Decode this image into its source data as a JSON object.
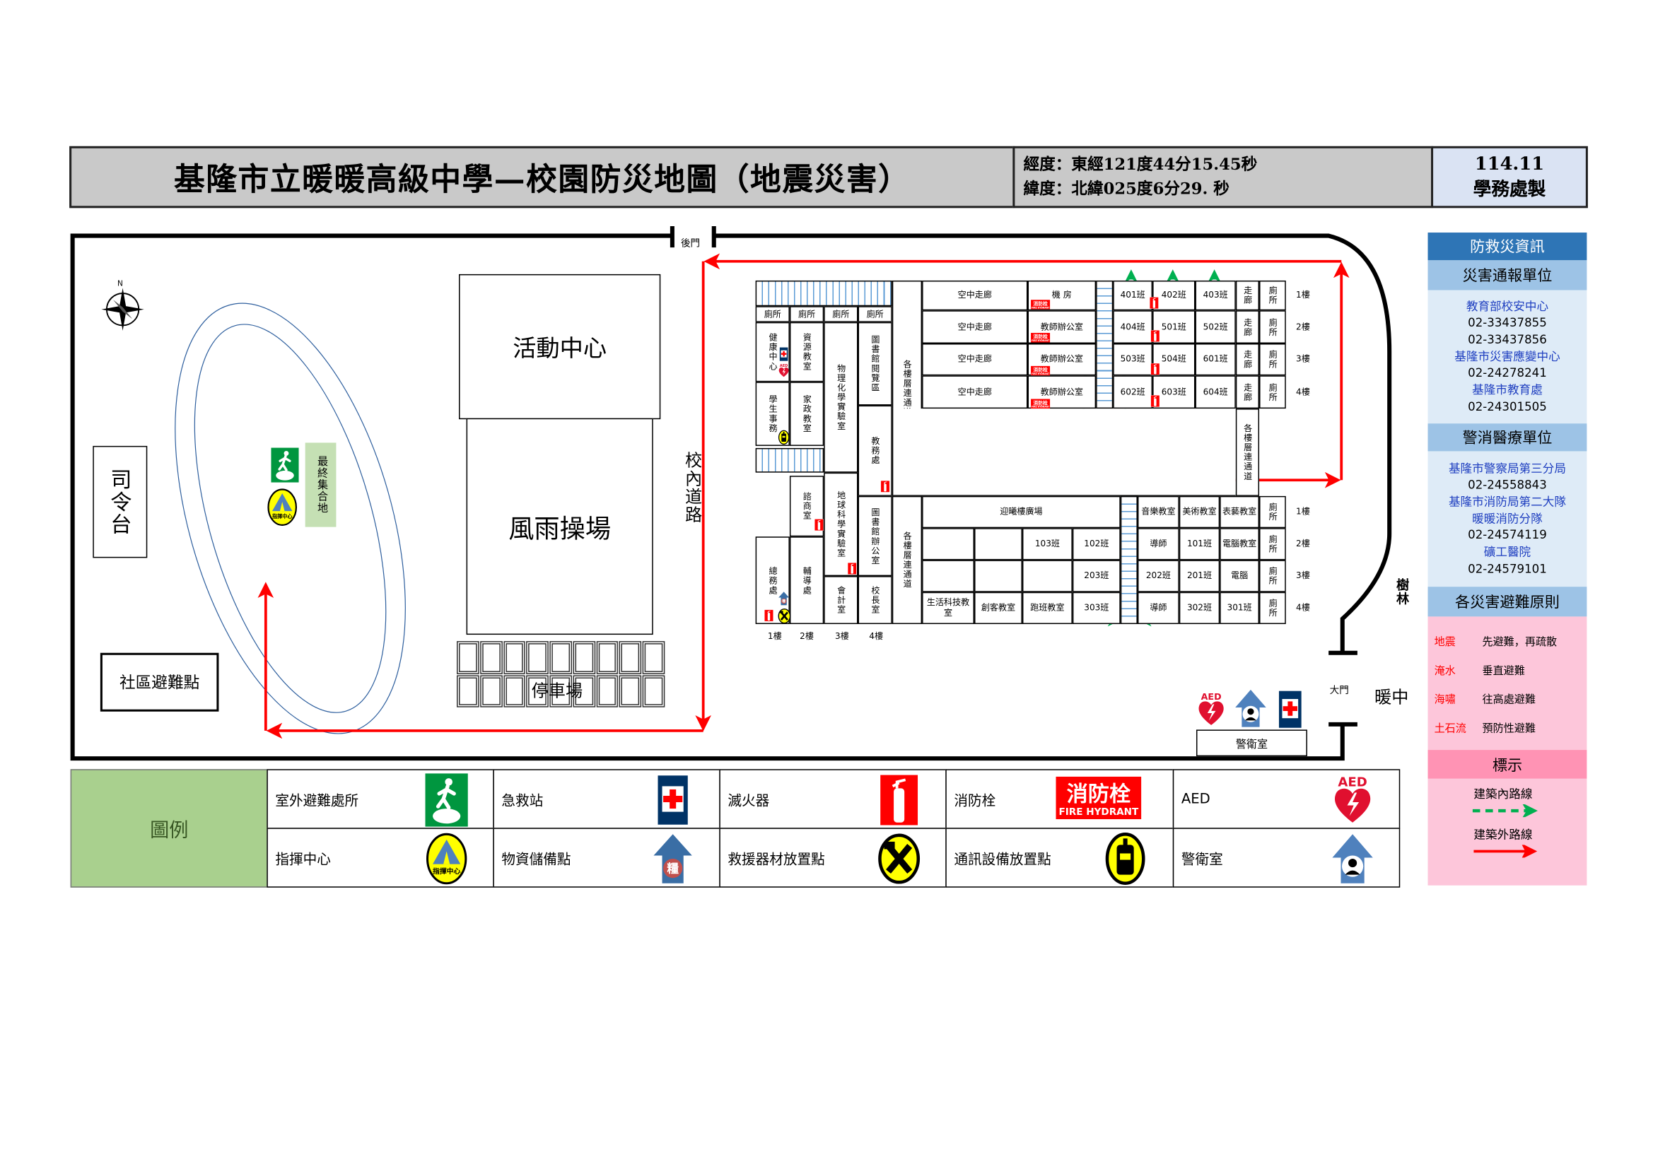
{
  "header": {
    "title": "基隆市立暖暖高級中學—校園防災地圖（地震災害）",
    "longitude": "經度：東經121度44分15.45秒",
    "latitude": "緯度：北緯025度6分29. 秒",
    "date": "114.11",
    "maker": "學務處製"
  },
  "campus": {
    "compass_north": "N",
    "back_gate": "後門",
    "main_gate": "大門",
    "school_short": "暖中",
    "woods": "樹林",
    "podium": "司令台",
    "community_shelter": "社區避難點",
    "final_assembly": "最終集合地",
    "activity_center": "活動中心",
    "rain_playground": "風雨操場",
    "parking": "停車場",
    "campus_road": "校內道路",
    "guard_room": "警衛室"
  },
  "building": {
    "toilet": "廁所",
    "connector": "各樓層連通道",
    "skywalk": "空中走廊",
    "machine_room": "機 房",
    "teacher_office": "教師辦公室",
    "corridor": "走廊",
    "plaza": "迎曦樓廣場",
    "floors": [
      "1樓",
      "2樓",
      "3樓",
      "4樓"
    ],
    "west_wing": {
      "health": "健康中心",
      "resource": "資源教室",
      "physics": "物理化學實驗室",
      "library_reading": "圖書館閱覽區",
      "student_affairs": "學生事務",
      "home_ec": "家政教室",
      "academic": "教務處",
      "counseling": "諮商室",
      "earth_science": "地球科學實驗室",
      "library_office": "圖書館辦公室",
      "general_affairs": "總務處",
      "guidance": "輔導處",
      "accounting": "會計室",
      "principal": "校長室"
    },
    "north_rooms": [
      [
        "401班",
        "402班",
        "403班"
      ],
      [
        "404班",
        "501班",
        "502班"
      ],
      [
        "503班",
        "504班",
        "601班"
      ],
      [
        "602班",
        "603班",
        "604班"
      ]
    ],
    "south_rooms": [
      [
        "",
        "",
        "103班",
        "102班"
      ],
      [
        "",
        "",
        "",
        "203班"
      ],
      [
        "生活科技教室",
        "創客教室",
        "跑班教室",
        "303班"
      ]
    ],
    "east_rooms": [
      [
        "音樂教室",
        "美術教室",
        "表藝教室"
      ],
      [
        "導師",
        "101班",
        "電腦教室"
      ],
      [
        "202班",
        "201班",
        "電腦"
      ],
      [
        "導師",
        "302班",
        "301班"
      ]
    ]
  },
  "legend": {
    "title": "圖例",
    "items": [
      {
        "label": "室外避難處所",
        "icon": "outdoor-shelter-icon"
      },
      {
        "label": "急救站",
        "icon": "first-aid-icon"
      },
      {
        "label": "滅火器",
        "icon": "fire-extinguisher-icon"
      },
      {
        "label": "消防栓",
        "icon": "fire-hydrant-icon"
      },
      {
        "label": "AED",
        "icon": "aed-icon"
      },
      {
        "label": "指揮中心",
        "icon": "command-center-icon"
      },
      {
        "label": "物資儲備點",
        "icon": "supply-storage-icon"
      },
      {
        "label": "救援器材放置點",
        "icon": "rescue-tools-icon"
      },
      {
        "label": "通訊設備放置點",
        "icon": "communication-device-icon"
      },
      {
        "label": "警衛室",
        "icon": "guard-room-icon"
      }
    ],
    "icon_text": {
      "hydrant_cn": "消防栓",
      "hydrant_en": "FIRE HYDRANT",
      "aed": "AED",
      "command": "指揮中心",
      "supply": "糧"
    }
  },
  "info_panel": {
    "title": "防救災資訊",
    "report_header": "災害通報單位",
    "report_units": [
      {
        "name": "教育部校安中心",
        "phones": [
          "02-33437855",
          "02-33437856"
        ]
      },
      {
        "name": "基隆市災害應變中心",
        "phones": [
          "02-24278241"
        ]
      },
      {
        "name": "基隆市教育處",
        "phones": [
          "02-24301505"
        ]
      }
    ],
    "emergency_header": "警消醫療單位",
    "emergency_units": [
      {
        "name": "基隆市警察局第三分局",
        "phones": [
          "02-24558843"
        ]
      },
      {
        "name": "基隆市消防局第二大隊",
        "phones": []
      },
      {
        "name": "暖暖消防分隊",
        "phones": [
          "02-24574119"
        ]
      },
      {
        "name": "礦工醫院",
        "phones": [
          "02-24579101"
        ]
      }
    ],
    "principles_header": "各災害避難原則",
    "principles": [
      {
        "hazard": "地震",
        "action": "先避難，再疏散"
      },
      {
        "hazard": "淹水",
        "action": "垂直避難"
      },
      {
        "hazard": "海嘯",
        "action": "往高處避難"
      },
      {
        "hazard": "土石流",
        "action": "預防性避難"
      }
    ],
    "signs_header": "標示",
    "signs": {
      "indoor": "建築內路線",
      "outdoor": "建築外路線"
    }
  },
  "colors": {
    "route_outdoor": "#ff0000",
    "route_indoor": "#00b050",
    "panel_dark_blue": "#2e75b6",
    "panel_mid_blue": "#9dc3e6",
    "panel_light_blue": "#deebf7",
    "panel_pink": "#fdc6da",
    "panel_pink_dark": "#ff93b4",
    "legend_green": "#a9d08e"
  }
}
